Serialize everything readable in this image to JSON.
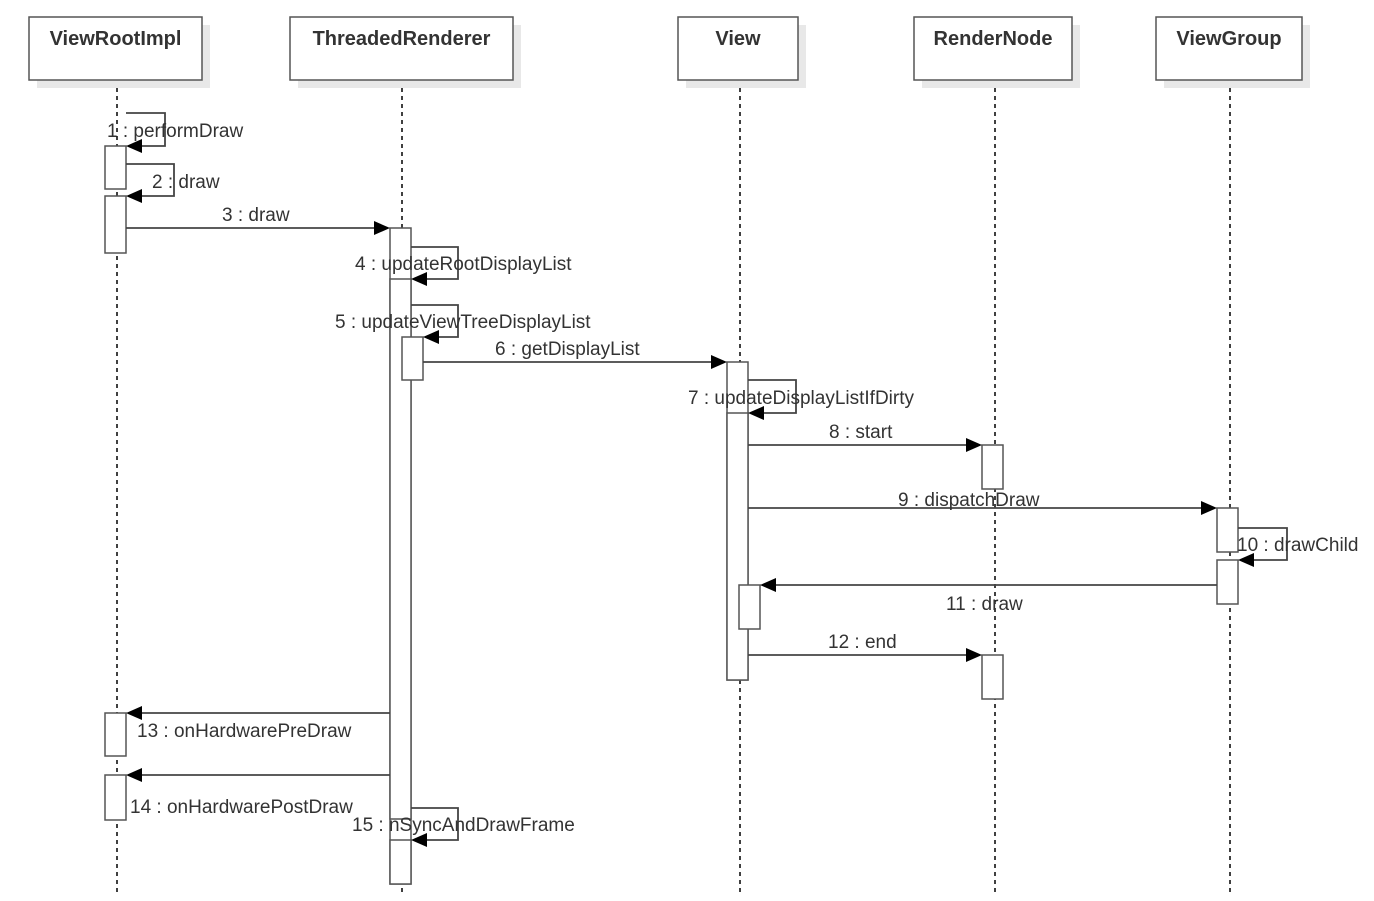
{
  "participants": [
    {
      "id": "p1",
      "name": "ViewRootImpl"
    },
    {
      "id": "p2",
      "name": "ThreadedRenderer"
    },
    {
      "id": "p3",
      "name": "View"
    },
    {
      "id": "p4",
      "name": "RenderNode"
    },
    {
      "id": "p5",
      "name": "ViewGroup"
    }
  ],
  "messages": [
    {
      "label": "1 : performDraw"
    },
    {
      "label": "2 : draw"
    },
    {
      "label": "3 : draw"
    },
    {
      "label": "4 : updateRootDisplayList"
    },
    {
      "label": "5 : updateViewTreeDisplayList"
    },
    {
      "label": "6 : getDisplayList"
    },
    {
      "label": "7 : updateDisplayListIfDirty"
    },
    {
      "label": "8 : start"
    },
    {
      "label": "9 : dispatchDraw"
    },
    {
      "label": "10 : drawChild"
    },
    {
      "label": "11 : draw"
    },
    {
      "label": "12 : end"
    },
    {
      "label": "13 : onHardwarePreDraw"
    },
    {
      "label": "14 : onHardwarePostDraw"
    },
    {
      "label": "15 : nSyncAndDrawFrame"
    }
  ]
}
